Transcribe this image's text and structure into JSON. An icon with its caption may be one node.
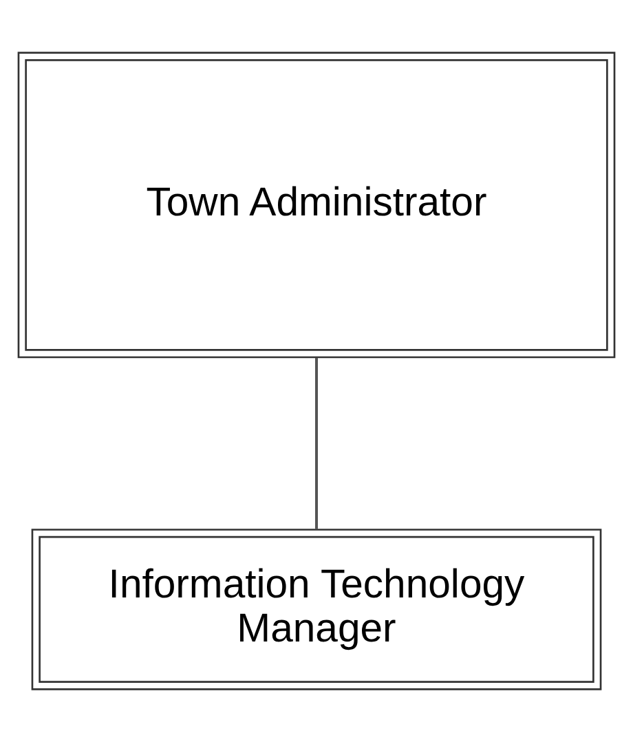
{
  "diagram": {
    "nodes": [
      {
        "text": [
          "Town Administrator"
        ]
      },
      {
        "text": [
          "Information Technology Manager"
        ]
      }
    ],
    "edges": [
      {
        "from": 0,
        "to": 1,
        "arrow": "none"
      }
    ]
  }
}
